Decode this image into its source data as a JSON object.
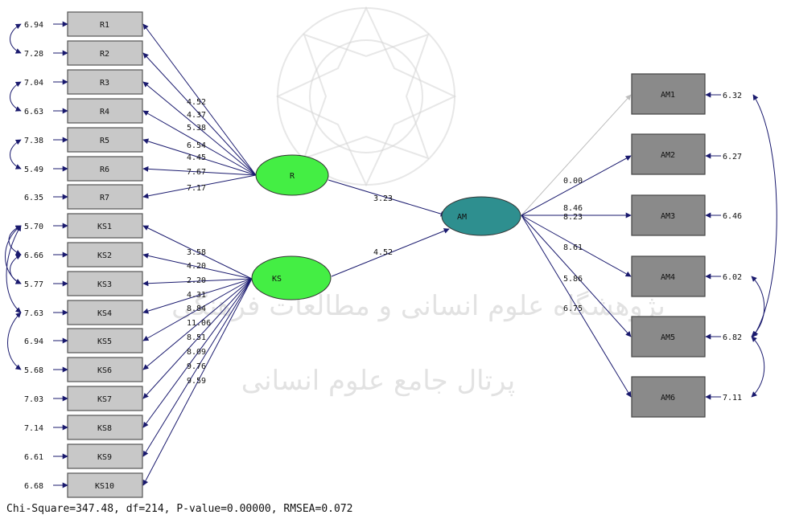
{
  "model": {
    "latent": {
      "r": "R",
      "ks": "KS",
      "am": "AM"
    },
    "r_indicators": [
      {
        "label": "R1",
        "loading": "4.52",
        "error": "6.94"
      },
      {
        "label": "R2",
        "loading": "4.37",
        "error": "7.28"
      },
      {
        "label": "R3",
        "loading": "5.38",
        "error": "7.04"
      },
      {
        "label": "R4",
        "loading": "6.54",
        "error": "6.63"
      },
      {
        "label": "R5",
        "loading": "4.45",
        "error": "7.38"
      },
      {
        "label": "R6",
        "loading": "7.67",
        "error": "5.49"
      },
      {
        "label": "R7",
        "loading": "7.17",
        "error": "6.35"
      }
    ],
    "ks_indicators": [
      {
        "label": "KS1",
        "loading": "3.58",
        "error": "5.70"
      },
      {
        "label": "KS2",
        "loading": "4.20",
        "error": "6.66"
      },
      {
        "label": "KS3",
        "loading": "2.20",
        "error": "5.77"
      },
      {
        "label": "KS4",
        "loading": "4.31",
        "error": "7.63"
      },
      {
        "label": "KS5",
        "loading": "8.84",
        "error": "6.94"
      },
      {
        "label": "KS6",
        "loading": "11.06",
        "error": "5.68"
      },
      {
        "label": "KS7",
        "loading": "8.51",
        "error": "7.03"
      },
      {
        "label": "KS8",
        "loading": "8.09",
        "error": "7.14"
      },
      {
        "label": "KS9",
        "loading": "9.76",
        "error": "6.61"
      },
      {
        "label": "KS10",
        "loading": "9.59",
        "error": "6.68"
      }
    ],
    "am_indicators": [
      {
        "label": "AM1",
        "loading": "0.00",
        "error": "6.32"
      },
      {
        "label": "AM2",
        "loading": "8.46",
        "error": "6.27"
      },
      {
        "label": "AM3",
        "loading": "8.23",
        "error": "6.46"
      },
      {
        "label": "AM4",
        "loading": "8.61",
        "error": "6.02"
      },
      {
        "label": "AM5",
        "loading": "5.86",
        "error": "6.82"
      },
      {
        "label": "AM6",
        "loading": "6.75",
        "error": "7.11"
      }
    ],
    "paths": {
      "r_to_am": "3.23",
      "ks_to_am": "4.52"
    }
  },
  "fit_statistics": "Chi-Square=347.48, df=214, P-value=0.00000, RMSEA=0.072",
  "watermark": {
    "line1": "پژوهشگاه علوم انسانی و مطالعات فرهنگی",
    "line2": "پرتال جامع علوم انسانی"
  },
  "colors": {
    "r_fill": "#44ee44",
    "ks_fill": "#44ee44",
    "am_fill": "#2e8f8f",
    "arrow": "#1a1a6e"
  }
}
